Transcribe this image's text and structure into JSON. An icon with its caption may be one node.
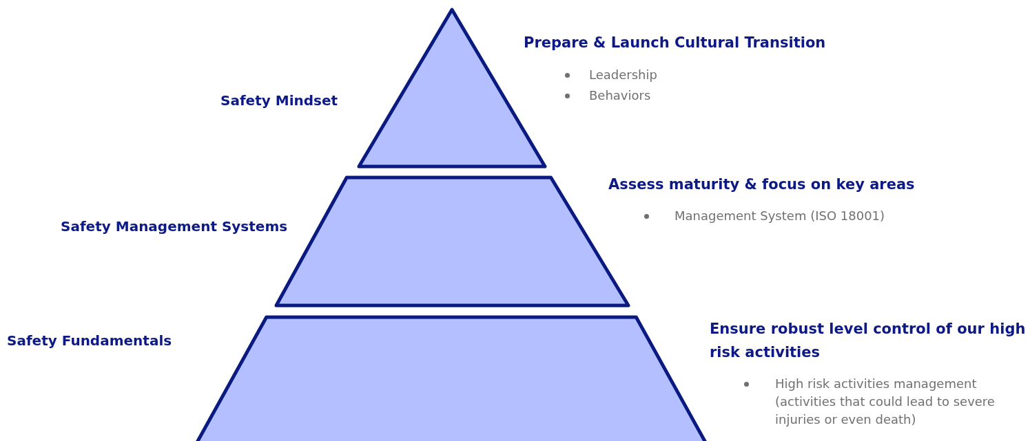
{
  "diagram": {
    "nodes": [
      {
        "text": [],
        "shape": "triangle",
        "beside": [
          "Safety Mindset",
          "Prepare & Launch Cultural Transition",
          "Leadership",
          "Behaviors"
        ]
      },
      {
        "text": [],
        "shape": "trapezoid",
        "beside": [
          "Safety Management Systems",
          "Assess maturity & focus on key areas",
          "Management System (ISO 18001)"
        ]
      },
      {
        "text": [],
        "shape": "trapezoid",
        "beside": [
          "Safety Fundamentals",
          "Ensure robust level control of our high risk activities",
          "High risk activities management (activities that could lead to severe injuries or even death)"
        ]
      }
    ],
    "edges": []
  }
}
